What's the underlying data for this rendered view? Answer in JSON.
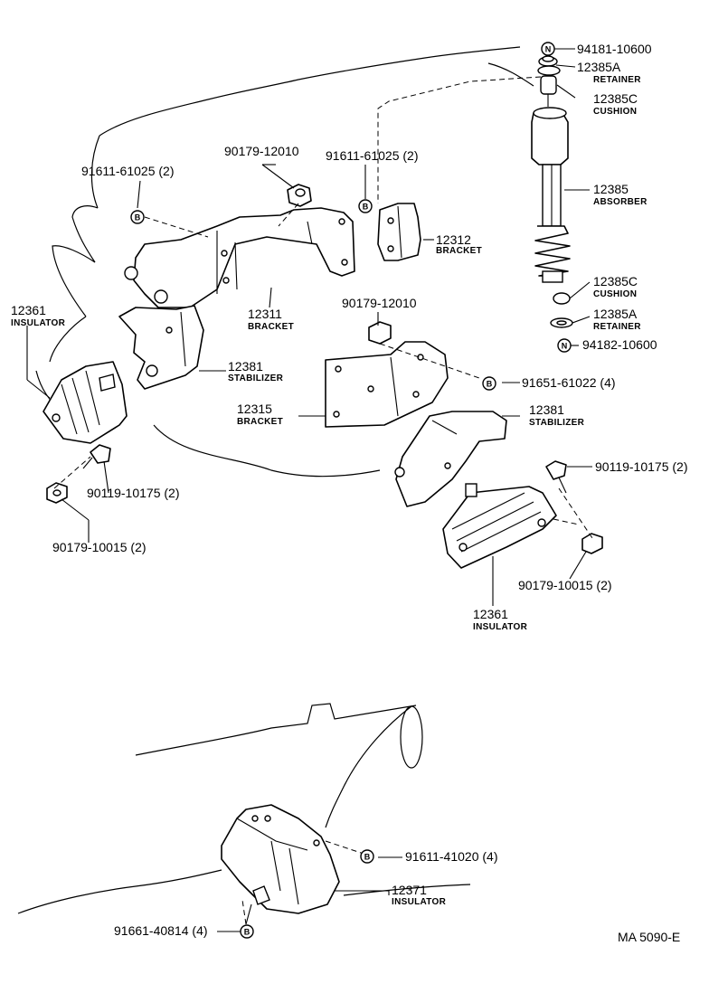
{
  "callouts": [
    {
      "id": "c1",
      "num": "94181-10600",
      "badge": "N"
    },
    {
      "id": "c2",
      "num": "12385A",
      "name": "RETAINER"
    },
    {
      "id": "c3",
      "num": "12385C",
      "name": "CUSHION"
    },
    {
      "id": "c4",
      "num": "12385",
      "name": "ABSORBER"
    },
    {
      "id": "c5",
      "num": "12385C",
      "name": "CUSHION"
    },
    {
      "id": "c6",
      "num": "12385A",
      "name": "RETAINER"
    },
    {
      "id": "c7",
      "num": "94182-10600",
      "badge": "N"
    },
    {
      "id": "c8",
      "num": "90179-12010"
    },
    {
      "id": "c9",
      "num": "91611-61025 (2)"
    },
    {
      "id": "c10",
      "num": "91611-61025 (2)"
    },
    {
      "id": "c11",
      "num": "12312",
      "name": "BRACKET"
    },
    {
      "id": "c12",
      "num": "12311",
      "name": "BRACKET"
    },
    {
      "id": "c13",
      "num": "90179-12010"
    },
    {
      "id": "c14",
      "num": "12361",
      "name": "INSULATOR"
    },
    {
      "id": "c15",
      "num": "12381",
      "name": "STABILIZER"
    },
    {
      "id": "c16",
      "num": "91651-61022 (4)",
      "badge": "B"
    },
    {
      "id": "c17",
      "num": "12315",
      "name": "BRACKET"
    },
    {
      "id": "c18",
      "num": "12381",
      "name": "STABILIZER"
    },
    {
      "id": "c19",
      "num": "90119-10175 (2)"
    },
    {
      "id": "c20",
      "num": "90119-10175 (2)"
    },
    {
      "id": "c21",
      "num": "90179-10015 (2)"
    },
    {
      "id": "c22",
      "num": "90179-10015 (2)"
    },
    {
      "id": "c23",
      "num": "12361",
      "name": "INSULATOR"
    },
    {
      "id": "c24",
      "num": "91611-41020 (4)",
      "badge": "B"
    },
    {
      "id": "c25",
      "num": "12371",
      "name": "INSULATOR"
    },
    {
      "id": "c26",
      "num": "91661-40814 (4)",
      "badge": "B"
    }
  ],
  "badges": {
    "b1": "B",
    "b2": "B"
  },
  "figure_code": "MA 5090-E"
}
